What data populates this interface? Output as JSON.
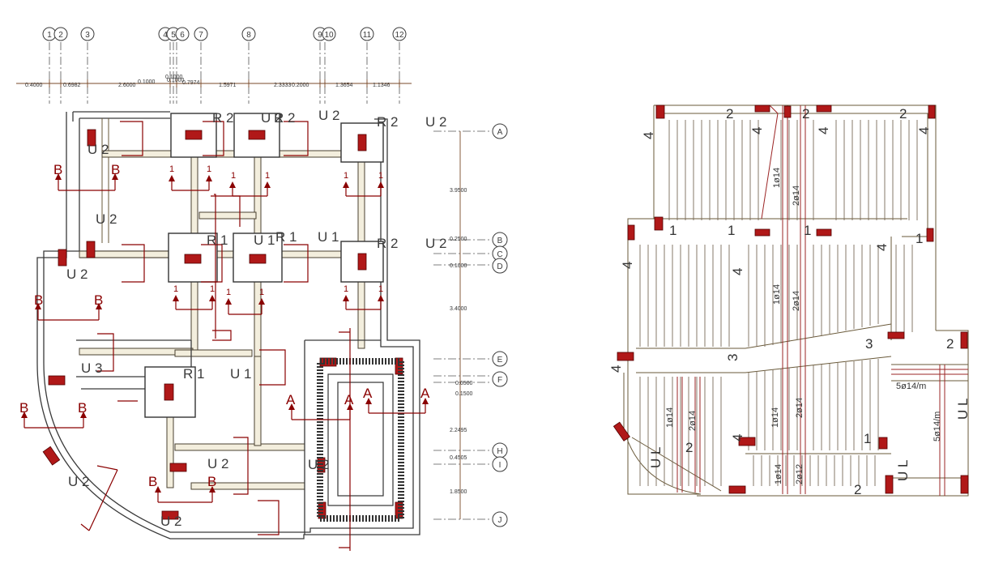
{
  "plan": {
    "grid_columns": [
      "1",
      "2",
      "3",
      "4",
      "5",
      "6",
      "7",
      "8",
      "9",
      "10",
      "11",
      "12"
    ],
    "grid_rows": [
      "A",
      "B",
      "C",
      "D",
      "E",
      "F",
      "H",
      "I",
      "J"
    ],
    "h_dims": [
      "0.4000",
      "0.6982",
      "2.6000",
      "0.1000",
      "0.1000",
      "0.1000",
      "0.7974",
      "1.5971",
      "2.3333",
      "0.2000",
      "1.3654",
      "1.1346"
    ],
    "v_dims": [
      "3.9500",
      "0.2500",
      "0.1000",
      "3.4000",
      "0.6500",
      "0.1500",
      "2.2495",
      "0.4505",
      "1.8500"
    ],
    "beam_labels": {
      "r2_top": "R 2",
      "r2_top_b": "R 2",
      "u2_top": "U 2",
      "u2_top_b": "U 2",
      "r2_right": "R 2",
      "u2_right": "U 2",
      "u2_left": "U 2",
      "u2_mid_left": "U 2",
      "u2_lower_left": "U 2",
      "r1_mid": "R 1",
      "u1_mid": "U 1",
      "r1_mid_b": "R 1",
      "u1_mid_b": "U 1",
      "r2_mid_right": "R 2",
      "u2_mid_right": "U 2",
      "u3": "U 3",
      "r1_low": "R 1",
      "u1_low": "U 1",
      "u2_low": "U 2",
      "u2_curve": "U 2",
      "u2_bottom": "U 2",
      "u2_stair": "U 2"
    },
    "sections": {
      "a": "A",
      "b": "B",
      "one": "1"
    }
  },
  "slab": {
    "marks": {
      "two_a": "2",
      "two_b": "2",
      "two_c": "2",
      "four_a": "4",
      "four_b": "4",
      "four_c": "4",
      "four_d": "4",
      "four_e": "4",
      "four_f": "4",
      "four_g": "4",
      "four_h": "4",
      "four_i": "4",
      "one_a": "1",
      "one_b": "1",
      "one_c": "1",
      "one_d": "1",
      "three_a": "3",
      "three_b": "3",
      "two_d": "2",
      "two_e": "2",
      "one_e": "1"
    },
    "rebar": {
      "r1": "1ø14",
      "r2": "2ø14",
      "r3": "1ø14",
      "r4": "2ø14",
      "r5": "1ø14",
      "r6": "2ø14",
      "r7": "1ø14",
      "r8": "2ø14",
      "r9": "1ø14",
      "r10": "2ø12",
      "r11": "5ø14/m",
      "r12": "5ø14/m"
    },
    "edge_labels": {
      "ul_right": "U L",
      "ul_bottom": "U L",
      "ul_curve": "U L"
    }
  }
}
